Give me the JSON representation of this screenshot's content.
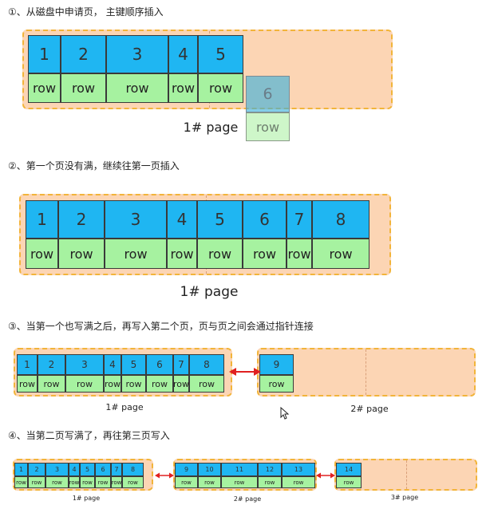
{
  "steps": [
    {
      "title": "①、从磁盘中申请页， 主键顺序插入"
    },
    {
      "title": "②、第一个页没有满，继续往第一页插入"
    },
    {
      "title": "③、当第一个也写满之后，再写入第二个页，页与页之间会通过指针连接"
    },
    {
      "title": "④、当第二页写满了，再往第三页写入"
    }
  ],
  "row_label": "row",
  "diagrams": {
    "d1": {
      "page_label": "1#  page",
      "keys": [
        "1",
        "2",
        "3",
        "4",
        "5"
      ],
      "incoming": {
        "key": "6",
        "row": "row"
      }
    },
    "d2": {
      "page_label": "1#  page",
      "keys": [
        "1",
        "2",
        "3",
        "4",
        "5",
        "6",
        "7",
        "8"
      ]
    },
    "d3": {
      "pages": [
        {
          "label": "1#  page",
          "keys": [
            "1",
            "2",
            "3",
            "4",
            "5",
            "6",
            "7",
            "8"
          ]
        },
        {
          "label": "2#  page",
          "keys": [
            "9"
          ]
        }
      ]
    },
    "d4": {
      "pages": [
        {
          "label": "1# page",
          "keys": [
            "1",
            "2",
            "3",
            "4",
            "5",
            "6",
            "7",
            "8"
          ]
        },
        {
          "label": "2# page",
          "keys": [
            "9",
            "10",
            "11",
            "12",
            "13"
          ]
        },
        {
          "label": "3# page",
          "keys": [
            "14"
          ]
        }
      ]
    }
  },
  "colors": {
    "key_fill": "#1fb6f2",
    "row_fill": "#a6f2a0",
    "page_fill": "#fcd5b4",
    "page_border": "#f2b43a",
    "arrow": "#e02020"
  }
}
